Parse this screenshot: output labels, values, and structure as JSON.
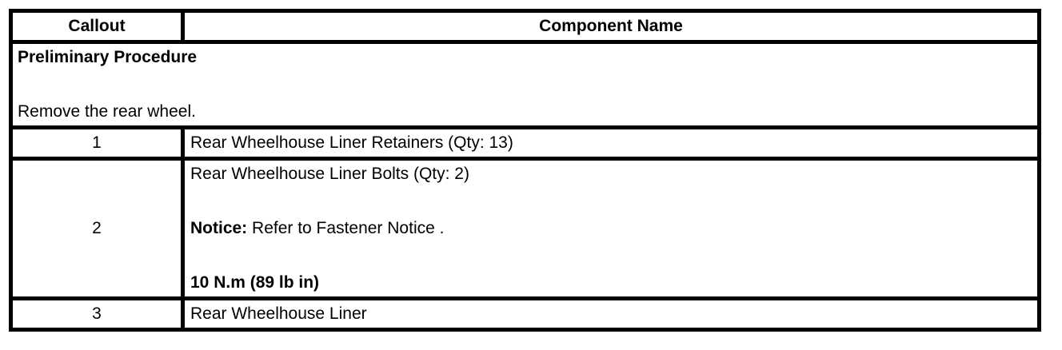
{
  "colors": {
    "background": "#ffffff",
    "border": "#000000",
    "text": "#000000"
  },
  "table": {
    "header": {
      "callout": "Callout",
      "component_name": "Component Name"
    },
    "preliminary": {
      "title": "Preliminary Procedure",
      "instruction": "Remove the rear wheel."
    },
    "rows": [
      {
        "callout": "1",
        "component": "Rear Wheelhouse Liner Retainers (Qty: 13)"
      },
      {
        "callout": "2",
        "component": "Rear Wheelhouse Liner Bolts (Qty: 2)",
        "notice_label": "Notice:",
        "notice_text": " Refer to Fastener Notice .",
        "torque": "10 N.m (89 lb in)"
      },
      {
        "callout": "3",
        "component": "Rear Wheelhouse Liner"
      }
    ]
  }
}
